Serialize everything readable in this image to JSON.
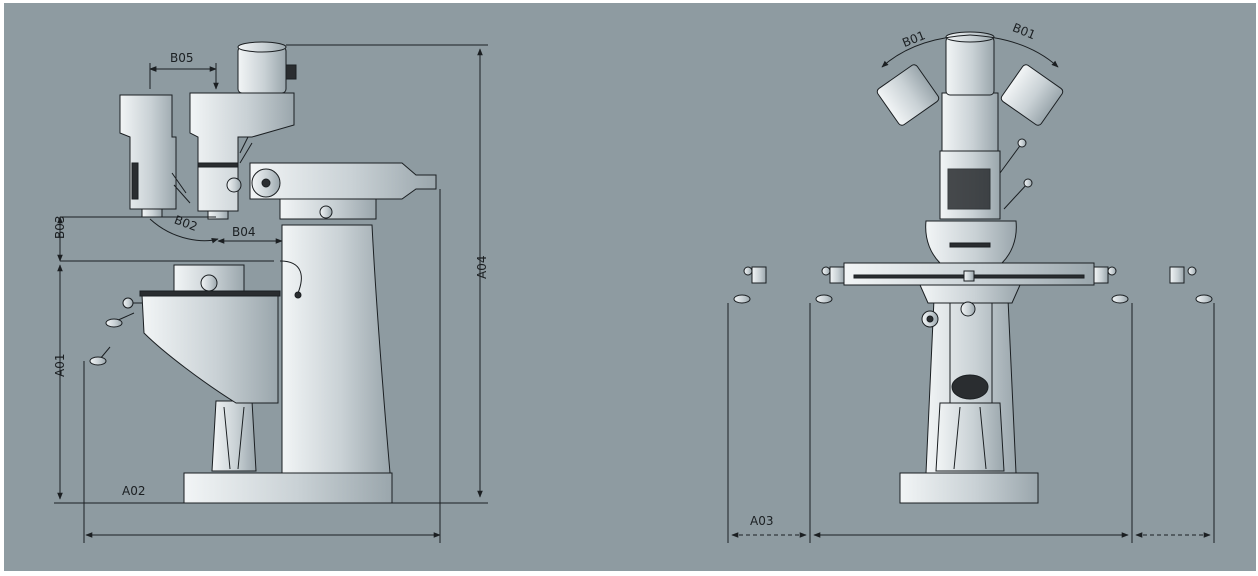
{
  "colors": {
    "background": "#8e9ba1",
    "metal_light": "#f2f5f6",
    "metal_mid": "#c9d1d5",
    "metal_dark": "#9aa6ac",
    "line": "#1b1f22"
  },
  "side_view": {
    "labels": {
      "a01": "A01",
      "a02": "A02",
      "a04": "A04",
      "b02": "B02",
      "b03": "B03",
      "b04": "B04",
      "b05": "B05"
    }
  },
  "front_view": {
    "labels": {
      "a03": "A03",
      "b01_left": "B01",
      "b01_right": "B01"
    }
  }
}
